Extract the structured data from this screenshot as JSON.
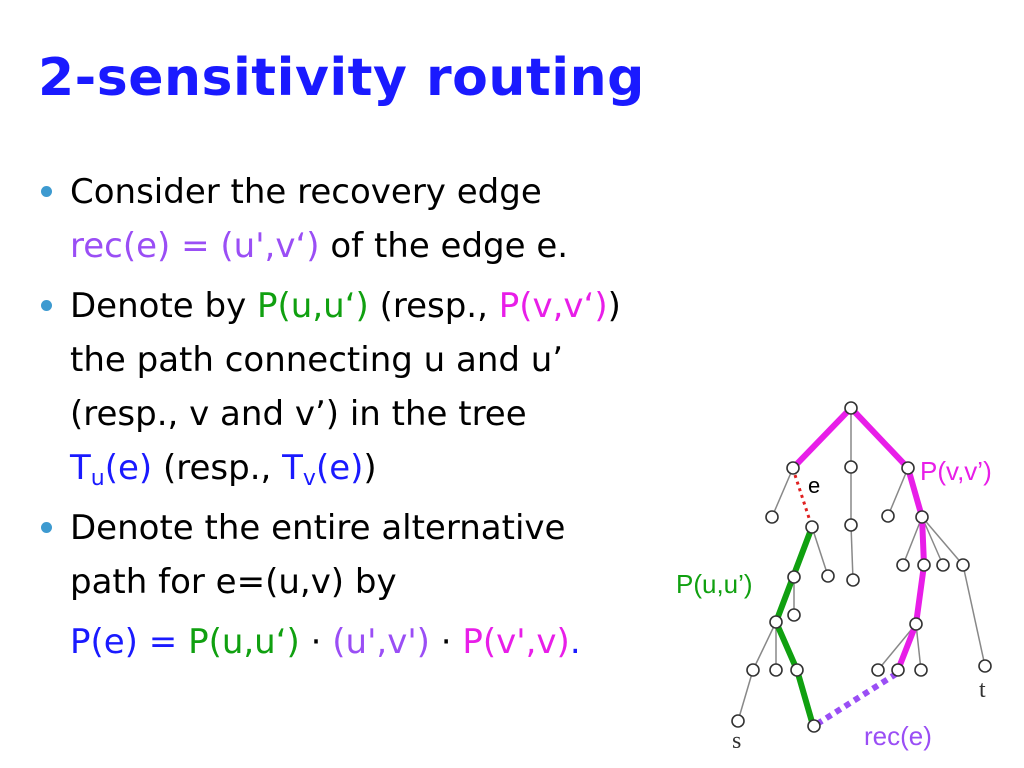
{
  "title": "2-sensitivity routing",
  "bullets": {
    "b1_line1": "Consider the recovery edge",
    "b1_rec": "rec(e) = (u',v‘)",
    "b1_rest": " of the edge e.",
    "b2_line1a": "Denote by ",
    "b2_puu": "P(u,u‘)",
    "b2_resp": " (resp., ",
    "b2_pvv": "P(v,v‘)",
    "b2_close": ")",
    "b2_line2": "the path connecting u and u’",
    "b2_line3": "(resp., v and v’) in the tree",
    "b2_T1": "T",
    "b2_T1sub": "u",
    "b2_T1e": "(e)",
    "b2_mid": " (resp., ",
    "b2_T2": "T",
    "b2_T2sub": "v",
    "b2_T2e": "(e)",
    "b2_end": ")",
    "b3_line1": "Denote the entire alternative",
    "b3_line2": "path for e=(u,v) by"
  },
  "formula": {
    "pe": "P(e)",
    "eq": " = ",
    "puu": "P(u,u‘)",
    "dot1": " · ",
    "uv": "(u',v')",
    "dot2": " · ",
    "pvv": "P(v',v)",
    "period": "."
  },
  "diagram": {
    "label_pvv": "P(v,v’)",
    "label_puu": "P(u,u’)",
    "label_e": "e",
    "label_rec": "rec(e)",
    "label_s": "s",
    "label_t": "t"
  },
  "colors": {
    "title": "#1a1aff",
    "bullet_dot": "#3d9ad0",
    "purple": "#9a4ef5",
    "green": "#10a010",
    "magenta": "#e81ee8",
    "red_edge": "#e02020"
  }
}
